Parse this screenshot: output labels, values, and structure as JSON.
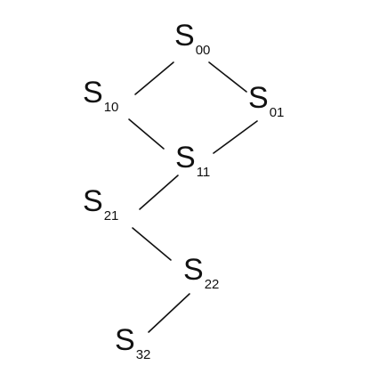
{
  "diagram": {
    "nodes": [
      {
        "id": "s00",
        "label": "S",
        "subscript": "00"
      },
      {
        "id": "s10",
        "label": "S",
        "subscript": "10"
      },
      {
        "id": "s01",
        "label": "S",
        "subscript": "01"
      },
      {
        "id": "s11",
        "label": "S",
        "subscript": "11"
      },
      {
        "id": "s21",
        "label": "S",
        "subscript": "21"
      },
      {
        "id": "s22",
        "label": "S",
        "subscript": "22"
      },
      {
        "id": "s32",
        "label": "S",
        "subscript": "32"
      }
    ],
    "edges": [
      {
        "from": "s00",
        "to": "s10"
      },
      {
        "from": "s00",
        "to": "s01"
      },
      {
        "from": "s10",
        "to": "s11"
      },
      {
        "from": "s01",
        "to": "s11"
      },
      {
        "from": "s11",
        "to": "s21"
      },
      {
        "from": "s21",
        "to": "s22"
      },
      {
        "from": "s22",
        "to": "s32"
      }
    ]
  }
}
